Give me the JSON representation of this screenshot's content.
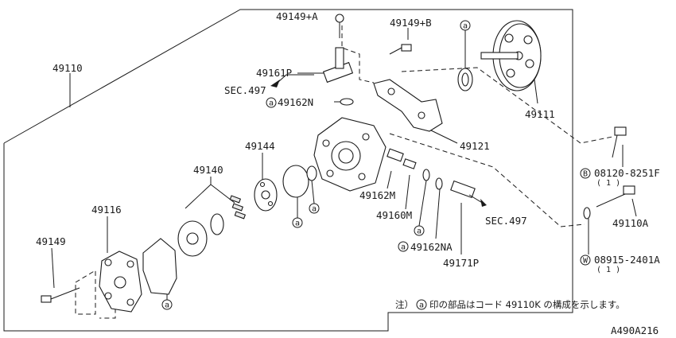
{
  "diagram": {
    "drawing_code": "A490A216",
    "note": {
      "prefix": "注）",
      "symbol": "a",
      "text": "印の部品はコード 49110K の構成を示します。"
    },
    "labels": {
      "p49149_A": "49149+A",
      "p49149_B": "49149+B",
      "p49110": "49110",
      "p49161P": "49161P",
      "sec497_top": "SEC.497",
      "p49162N": "49162N",
      "p49111": "49111",
      "p49121": "49121",
      "p49144": "49144",
      "p49140": "49140",
      "p49116": "49116",
      "p49149": "49149",
      "p49162M": "49162M",
      "p49160M": "49160M",
      "p49162NA": "49162NA",
      "p49171P": "49171P",
      "sec497_mid": "SEC.497",
      "bolt_B": "08120-8251F",
      "bolt_B_qty": "( 1 )",
      "p49110A": "49110A",
      "washer_W": "08915-2401A",
      "washer_W_qty": "( 1 )"
    },
    "symbols": {
      "a": "a",
      "B": "B",
      "W": "W"
    }
  }
}
